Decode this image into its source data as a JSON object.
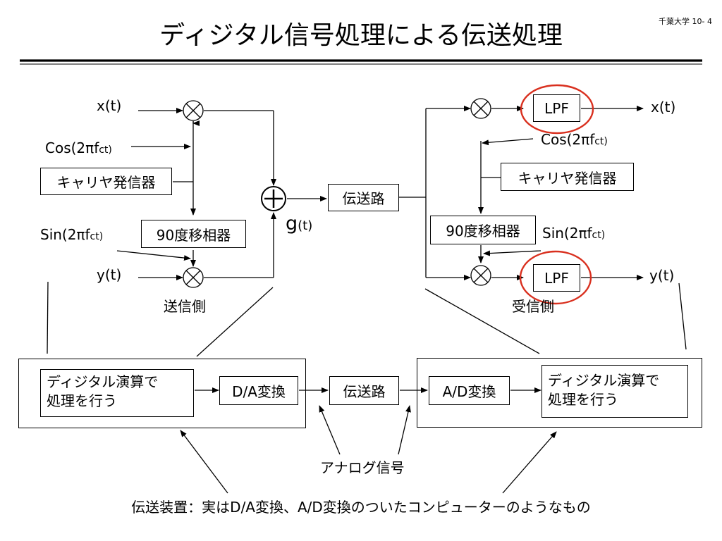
{
  "header": {
    "title": "ディジタル信号処理による伝送処理",
    "page_ref": "千葉大学 10- 4"
  },
  "transmitter": {
    "x_in": "x(t)",
    "cos_label": "Cos(2πf",
    "cos_sub": "ct)",
    "carrier": "キャリヤ発信器",
    "phase_shifter": "90度移相器",
    "sin_label": "Sin(2πf",
    "sin_sub": "ct)",
    "y_in": "y(t)",
    "side_label": "送信側",
    "g_label": "g",
    "g_sub": "(t)"
  },
  "channel": {
    "label": "伝送路"
  },
  "receiver": {
    "lpf_top": "LPF",
    "x_out": "x(t)",
    "cos_label": "Cos(2πf",
    "cos_sub": "ct)",
    "carrier": "キャリヤ発信器",
    "phase_shifter": "90度移相器",
    "sin_label": "Sin(2πf",
    "sin_sub": "ct)",
    "lpf_bottom": "LPF",
    "y_out": "y(t)",
    "side_label": "受信側"
  },
  "digital": {
    "left_dsp_line1": "ディジタル演算で",
    "left_dsp_line2": "処理を行う",
    "dac": "D/A変換",
    "channel": "伝送路",
    "adc": "A/D変換",
    "right_dsp_line1": "ディジタル演算で",
    "right_dsp_line2": "処理を行う",
    "analog_label": "アナログ信号",
    "caption": "伝送装置：実はD/A変換、A/D変換のついたコンピューターのようなもの"
  },
  "colors": {
    "highlight": "#d9301f"
  }
}
